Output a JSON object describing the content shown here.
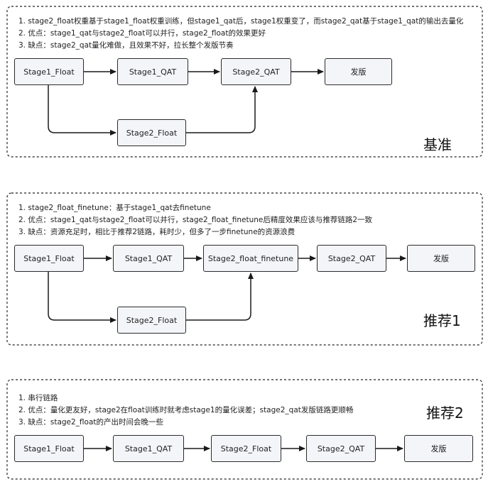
{
  "panels": [
    {
      "title": "基准",
      "notes": [
        "1. stage2_float权重基于stage1_float权重训练，但stage1_qat后，stage1权重变了，而stage2_qat基于stage1_qat的输出去量化",
        "2. 优点：stage1_qat与stage2_float可以并行，stage2_float的效果更好",
        "3. 缺点：stage2_qat量化难做，且效果不好，拉长整个发版节奏"
      ],
      "nodes": [
        "Stage1_Float",
        "Stage1_QAT",
        "Stage2_QAT",
        "发版",
        "Stage2_Float"
      ]
    },
    {
      "title": "推荐1",
      "notes": [
        "1. stage2_float_finetune：基于stage1_qat去finetune",
        "2. 优点：stage1_qat与stage2_float可以并行，stage2_float_finetune后精度效果应该与推荐链路2一致",
        "3. 缺点：资源充足时，相比于推荐2链路，耗时少，但多了一步finetune的资源浪费"
      ],
      "nodes": [
        "Stage1_Float",
        "Stage1_QAT",
        "Stage2_float_finetune",
        "Stage2_QAT",
        "发版",
        "Stage2_Float"
      ]
    },
    {
      "title": "推荐2",
      "notes": [
        "1. 串行链路",
        "2. 优点：量化更友好，stage2在float训练时就考虑stage1的量化误差；stage2_qat发版链路更顺畅",
        "3. 缺点：stage2_float的产出时间会晚一些"
      ],
      "nodes": [
        "Stage1_Float",
        "Stage1_QAT",
        "Stage2_Float",
        "Stage2_QAT",
        "发版"
      ]
    }
  ]
}
